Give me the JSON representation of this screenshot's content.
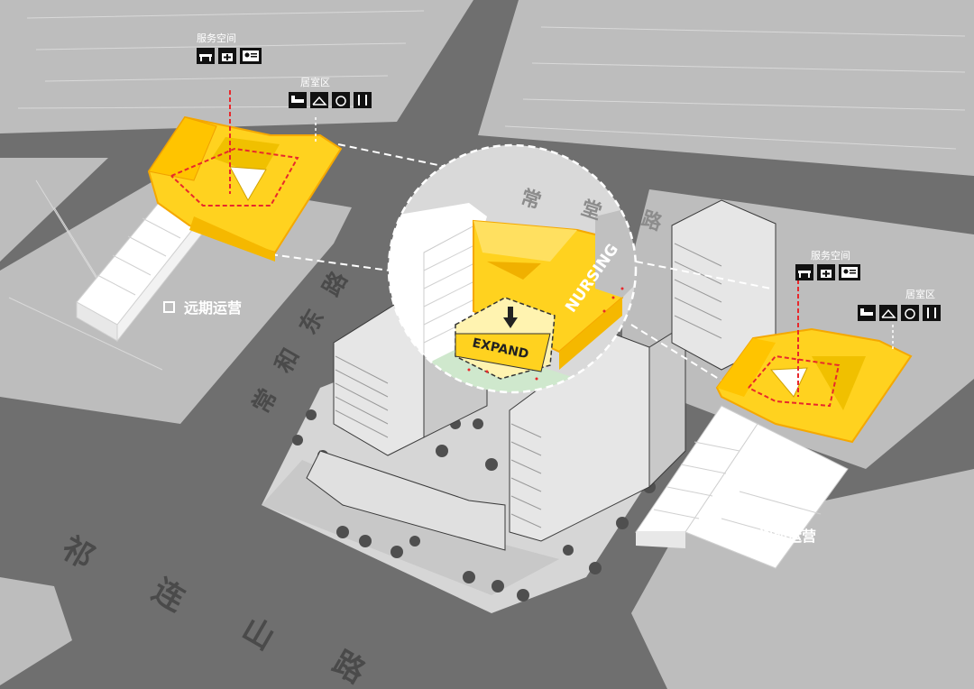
{
  "labels": {
    "service_space": "服务空间",
    "living_zone": "居室区",
    "long_term": "远期运营",
    "initial": "初期运营",
    "expand": "EXPAND",
    "nursing": "NURSING"
  },
  "roads": {
    "vertical_road": [
      "常",
      "和",
      "东",
      "路"
    ],
    "bottom_road": [
      "祁",
      "连",
      "山",
      "路"
    ],
    "circle_road": [
      "常",
      "堂",
      "路"
    ]
  },
  "icons": {
    "service": [
      "meeting-icon",
      "medical-kit-icon",
      "id-card-icon"
    ],
    "living": [
      "bed-icon",
      "hanger-icon",
      "washing-machine-icon",
      "dining-icon"
    ]
  },
  "colors": {
    "road": "#6f6f6f",
    "block": "#bdbdbd",
    "plaza": "#d6d6d6",
    "building_white": "#ffffff",
    "highlight_yellow": "#ffd21f",
    "highlight_orange": "#f5a800",
    "circulation_red": "#e8282c",
    "green_space": "#cfe8cd"
  }
}
